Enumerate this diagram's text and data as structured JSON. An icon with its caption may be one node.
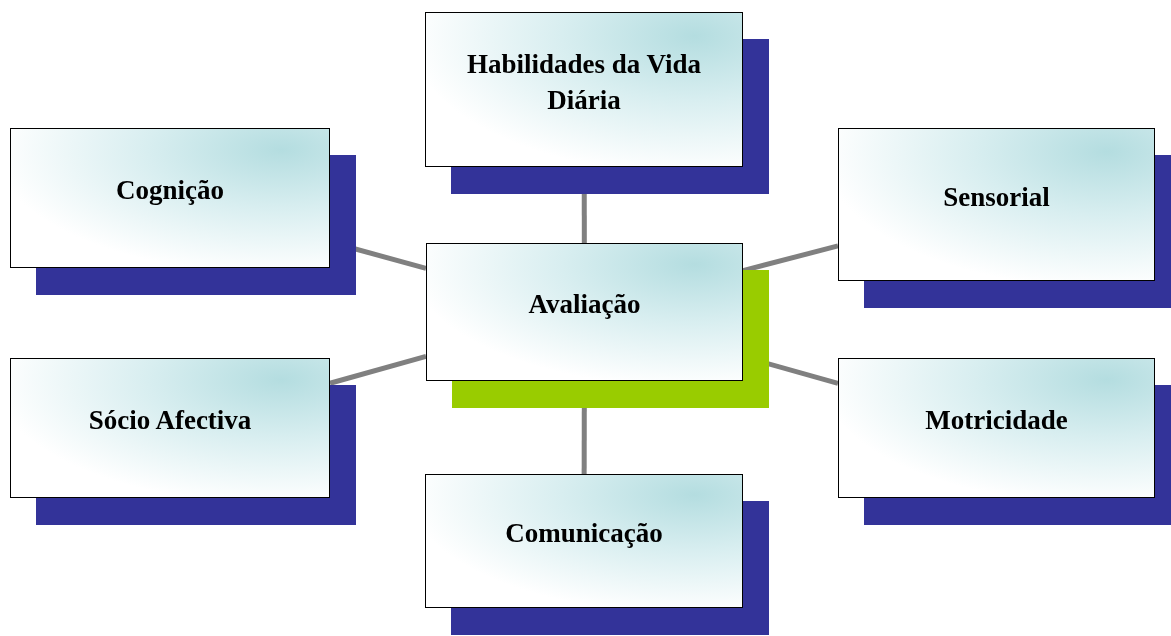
{
  "diagram": {
    "nodes": [
      {
        "text": [
          "Avaliação"
        ]
      },
      {
        "text": [
          "Habilidades da Vida Diária"
        ]
      },
      {
        "text": [
          "Cognição"
        ]
      },
      {
        "text": [
          "Sensorial"
        ]
      },
      {
        "text": [
          "Sócio Afectiva"
        ]
      },
      {
        "text": [
          "Motricidade"
        ]
      },
      {
        "text": [
          "Comunicação"
        ]
      }
    ],
    "edges": [
      {
        "from": 0,
        "to": 1,
        "arrow": "none"
      },
      {
        "from": 0,
        "to": 2,
        "arrow": "none"
      },
      {
        "from": 0,
        "to": 3,
        "arrow": "none"
      },
      {
        "from": 0,
        "to": 4,
        "arrow": "none"
      },
      {
        "from": 0,
        "to": 5,
        "arrow": "none"
      },
      {
        "from": 0,
        "to": 6,
        "arrow": "none"
      }
    ]
  }
}
